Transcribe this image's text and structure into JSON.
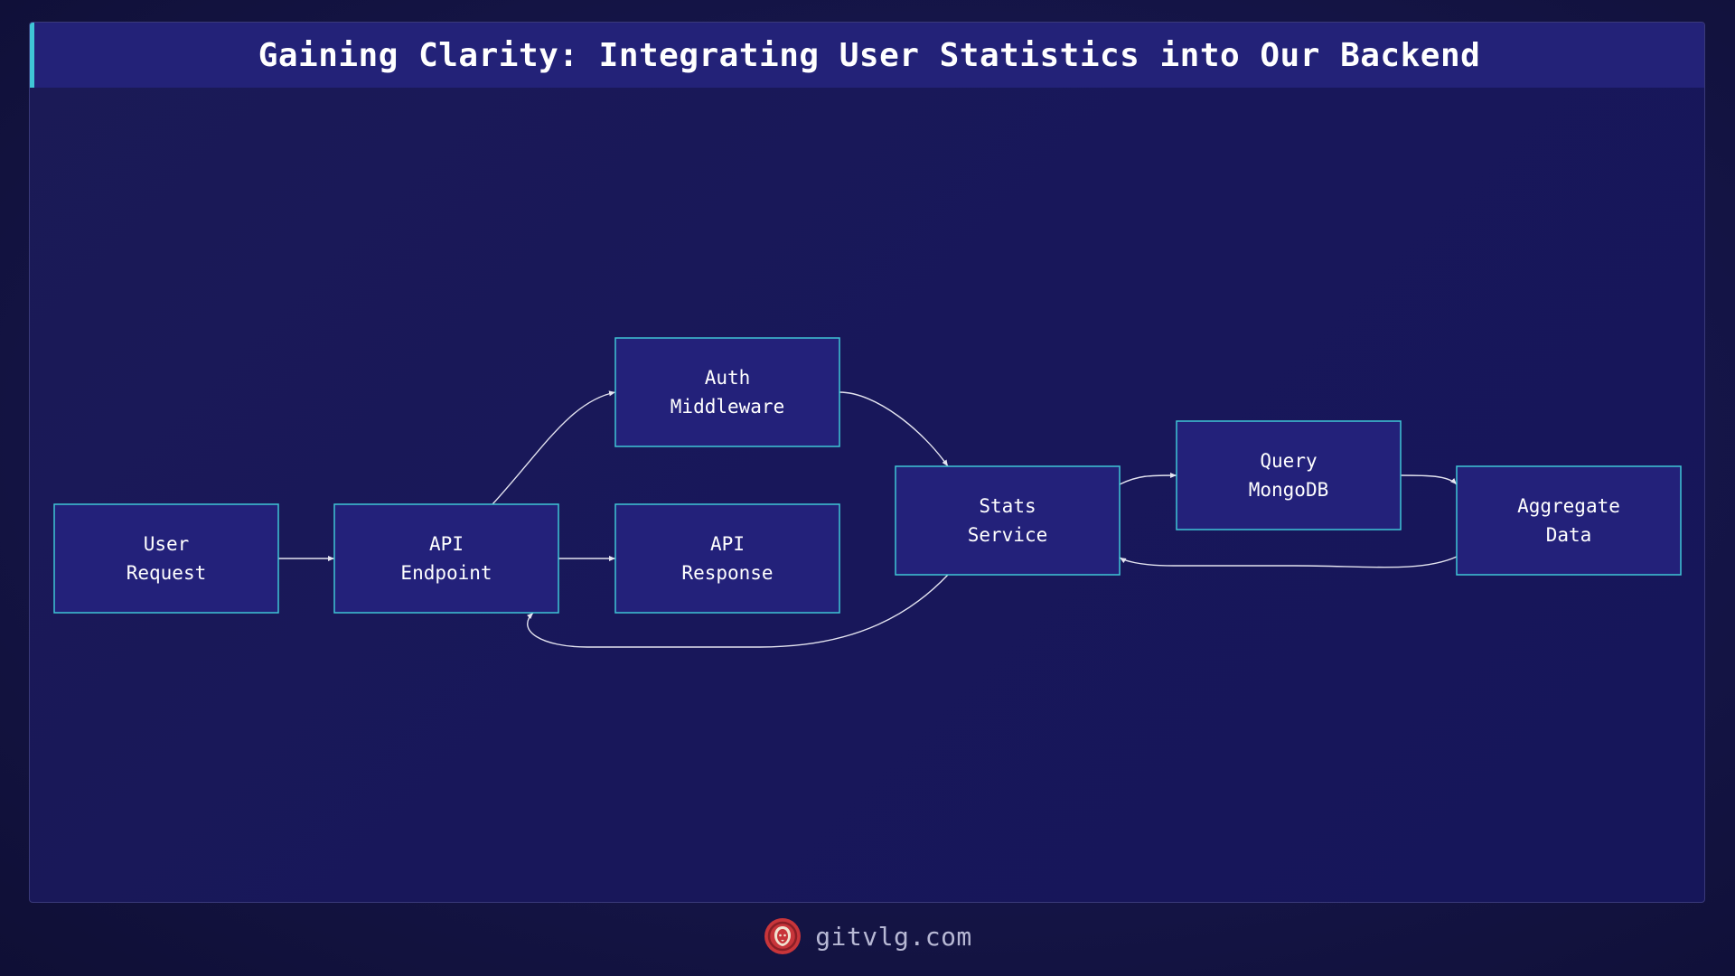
{
  "title": "Gaining Clarity: Integrating User Statistics into Our Backend",
  "colors": {
    "background": "#151548",
    "title_bar": "#232278",
    "title_accent": "#3fc6d6",
    "node_fill": "#23217a",
    "node_border": "#3fc6d6",
    "edge": "#e4e4f0",
    "footer_text": "#b7b8d4",
    "logo": "#c8353a"
  },
  "nodes": [
    {
      "id": "user-request",
      "lines": [
        "User",
        "Request"
      ]
    },
    {
      "id": "api-endpoint",
      "lines": [
        "API",
        "Endpoint"
      ]
    },
    {
      "id": "auth-middleware",
      "lines": [
        "Auth",
        "Middleware"
      ]
    },
    {
      "id": "api-response",
      "lines": [
        "API",
        "Response"
      ]
    },
    {
      "id": "stats-service",
      "lines": [
        "Stats",
        "Service"
      ]
    },
    {
      "id": "query-mongodb",
      "lines": [
        "Query",
        "MongoDB"
      ]
    },
    {
      "id": "aggregate-data",
      "lines": [
        "Aggregate",
        "Data"
      ]
    }
  ],
  "edges": [
    {
      "from": "user-request",
      "to": "api-endpoint"
    },
    {
      "from": "api-endpoint",
      "to": "auth-middleware"
    },
    {
      "from": "api-endpoint",
      "to": "api-response"
    },
    {
      "from": "auth-middleware",
      "to": "stats-service"
    },
    {
      "from": "stats-service",
      "to": "query-mongodb"
    },
    {
      "from": "query-mongodb",
      "to": "aggregate-data"
    },
    {
      "from": "aggregate-data",
      "to": "stats-service"
    },
    {
      "from": "stats-service",
      "to": "api-endpoint"
    }
  ],
  "footer": {
    "logo_icon": "lion-head-icon",
    "text": "gitvlg.com"
  }
}
